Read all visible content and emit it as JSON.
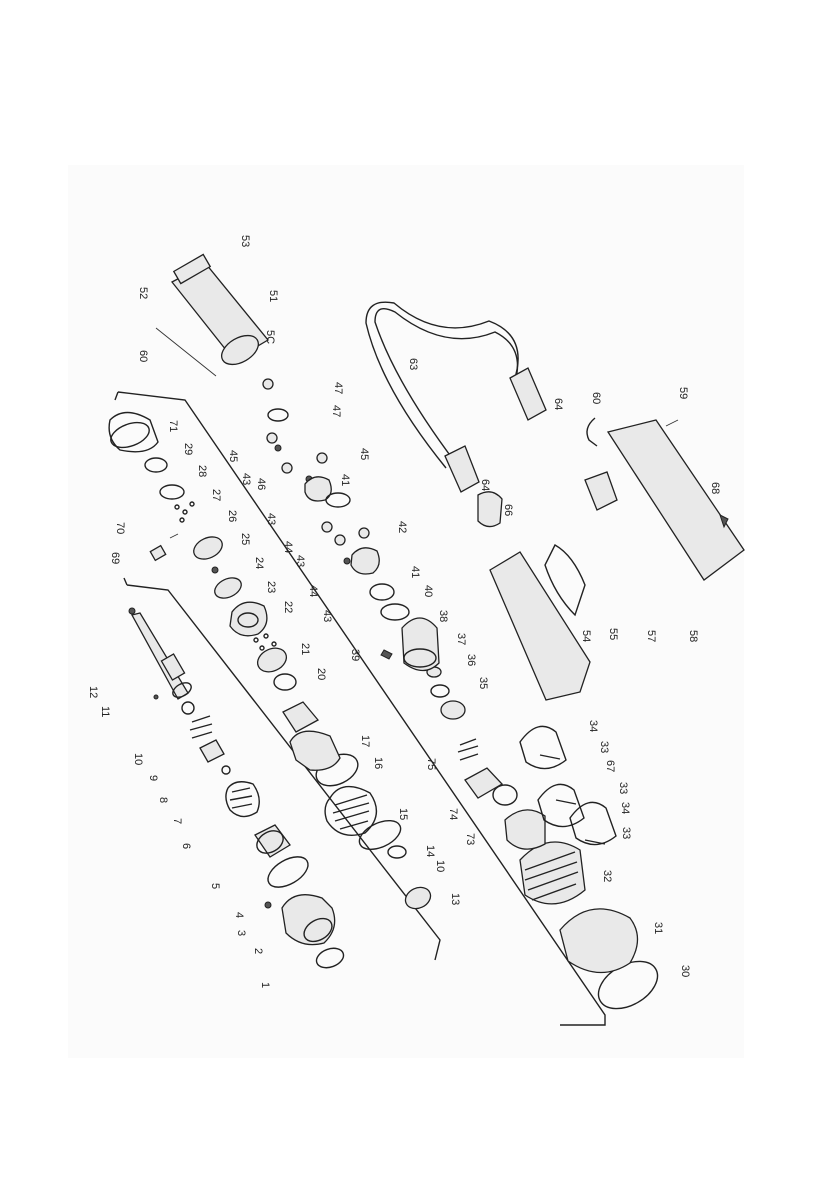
{
  "callouts": [
    "1",
    "2",
    "3",
    "4",
    "5",
    "6",
    "7",
    "8",
    "9",
    "10",
    "11",
    "12",
    "13",
    "10",
    "14",
    "15",
    "16",
    "17",
    "20",
    "21",
    "22",
    "23",
    "24",
    "25",
    "26",
    "27",
    "28",
    "29",
    "71",
    "69",
    "70",
    "39",
    "38",
    "37",
    "36",
    "35",
    "40",
    "41",
    "42",
    "43",
    "44",
    "44",
    "43",
    "43",
    "45",
    "46",
    "43",
    "45",
    "41",
    "47",
    "47",
    "63",
    "64",
    "64",
    "66",
    "54",
    "55",
    "57",
    "58",
    "68",
    "59",
    "60",
    "34",
    "33",
    "67",
    "33",
    "34",
    "33",
    "32",
    "31",
    "30",
    "73",
    "74",
    "75",
    "5C",
    "51",
    "52",
    "53",
    "60"
  ],
  "colors": {
    "ink": "#222222",
    "paper": "#fbfbfb"
  }
}
